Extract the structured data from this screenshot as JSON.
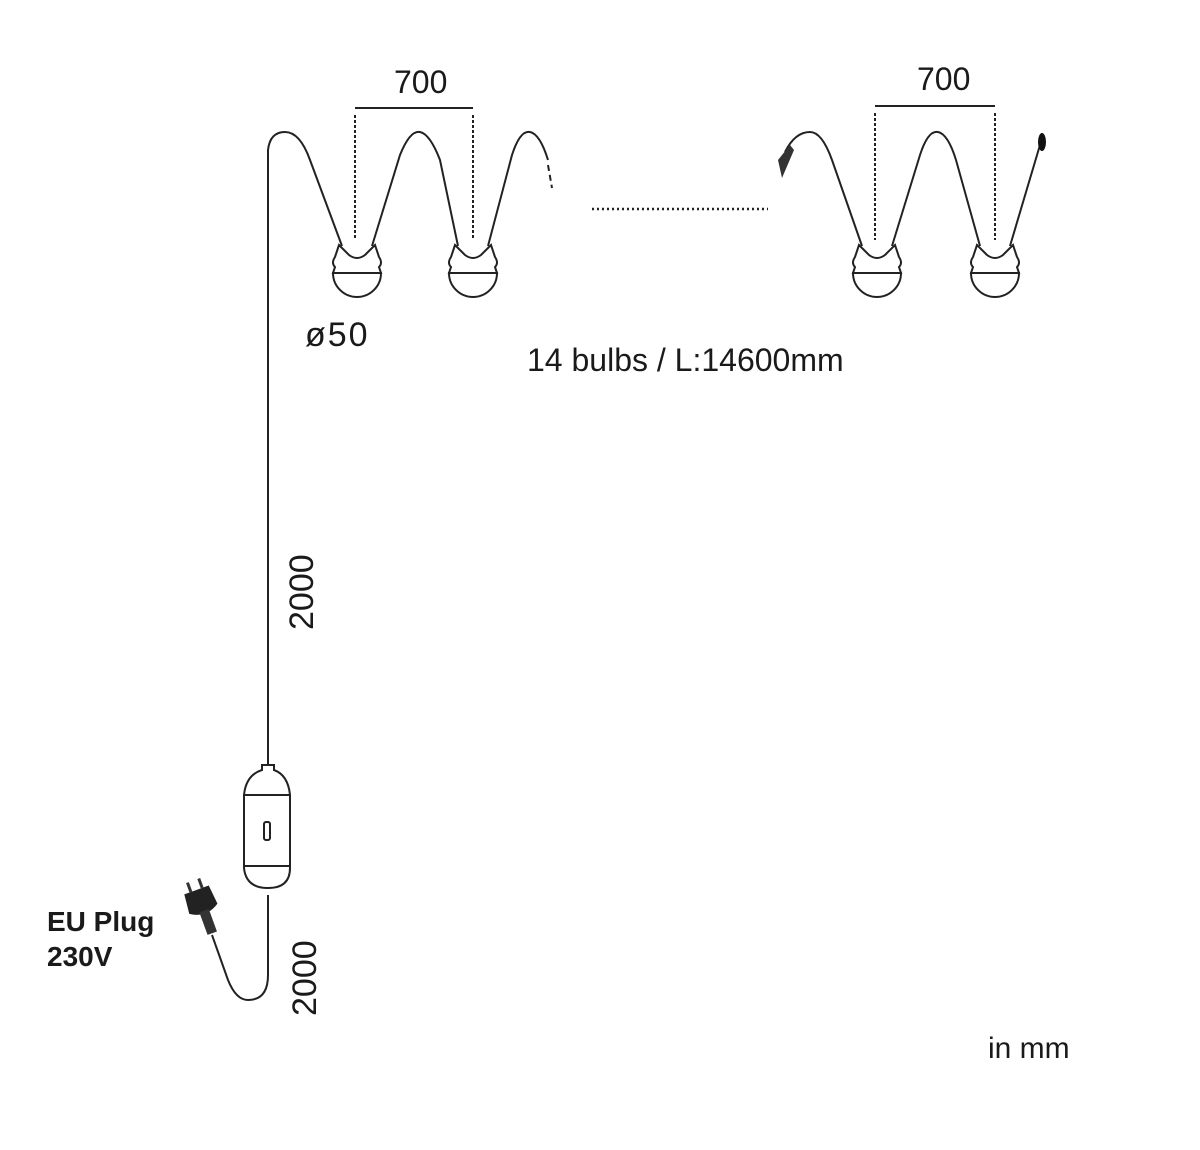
{
  "dimensions": {
    "spacing_left": "700",
    "spacing_right": "700",
    "bulb_diameter": "ø50",
    "summary": "14 bulbs / L:14600mm",
    "lead_cable": "2000",
    "plug_cable": "2000",
    "unit_note": "in mm"
  },
  "plug": {
    "line1": "EU Plug",
    "line2": "230V"
  }
}
